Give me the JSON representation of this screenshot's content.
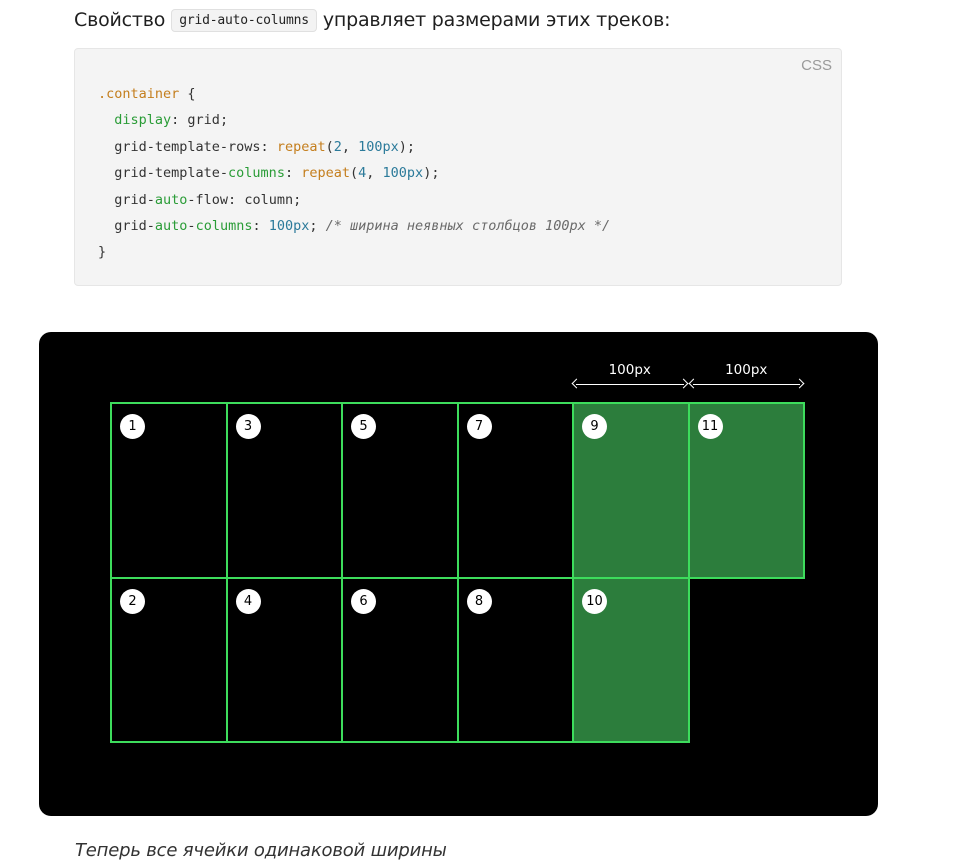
{
  "intro": {
    "before": "Свойство",
    "code": "grid-auto-columns",
    "after": "управляет размерами этих треков:"
  },
  "code_block": {
    "language": "CSS",
    "lines": [
      [
        {
          "t": ".container",
          "c": "sel"
        },
        {
          "t": " {",
          "c": ""
        }
      ],
      [
        {
          "t": "  ",
          "c": ""
        },
        {
          "t": "display",
          "c": "kw"
        },
        {
          "t": ": grid;",
          "c": ""
        }
      ],
      [
        {
          "t": "  grid-template-rows: ",
          "c": ""
        },
        {
          "t": "repeat",
          "c": "fn"
        },
        {
          "t": "(",
          "c": ""
        },
        {
          "t": "2",
          "c": "num"
        },
        {
          "t": ", ",
          "c": ""
        },
        {
          "t": "100px",
          "c": "num"
        },
        {
          "t": ");",
          "c": ""
        }
      ],
      [
        {
          "t": "  grid-template-",
          "c": ""
        },
        {
          "t": "columns",
          "c": "kw"
        },
        {
          "t": ": ",
          "c": ""
        },
        {
          "t": "repeat",
          "c": "fn"
        },
        {
          "t": "(",
          "c": ""
        },
        {
          "t": "4",
          "c": "num"
        },
        {
          "t": ", ",
          "c": ""
        },
        {
          "t": "100px",
          "c": "num"
        },
        {
          "t": ");",
          "c": ""
        }
      ],
      [
        {
          "t": "  grid-",
          "c": ""
        },
        {
          "t": "auto",
          "c": "kw"
        },
        {
          "t": "-flow: column;",
          "c": ""
        }
      ],
      [
        {
          "t": "  grid-",
          "c": ""
        },
        {
          "t": "auto",
          "c": "kw"
        },
        {
          "t": "-",
          "c": ""
        },
        {
          "t": "columns",
          "c": "kw"
        },
        {
          "t": ": ",
          "c": ""
        },
        {
          "t": "100px",
          "c": "num"
        },
        {
          "t": "; ",
          "c": ""
        },
        {
          "t": "/* ширина неявных столбцов 100px */",
          "c": "cm"
        }
      ],
      [
        {
          "t": "}",
          "c": ""
        }
      ]
    ]
  },
  "demo": {
    "measure_labels": [
      "100px",
      "100px"
    ],
    "cells": [
      {
        "label": "1",
        "implicit": false
      },
      {
        "label": "2",
        "implicit": false
      },
      {
        "label": "3",
        "implicit": false
      },
      {
        "label": "4",
        "implicit": false
      },
      {
        "label": "5",
        "implicit": false
      },
      {
        "label": "6",
        "implicit": false
      },
      {
        "label": "7",
        "implicit": false
      },
      {
        "label": "8",
        "implicit": false
      },
      {
        "label": "9",
        "implicit": true
      },
      {
        "label": "10",
        "implicit": true
      },
      {
        "label": "11",
        "implicit": true
      }
    ],
    "colors": {
      "background": "#000000",
      "border": "#3ddc5c",
      "implicit_fill": "#2c7d3c"
    }
  },
  "caption": "Теперь все ячейки одинаковой ширины"
}
